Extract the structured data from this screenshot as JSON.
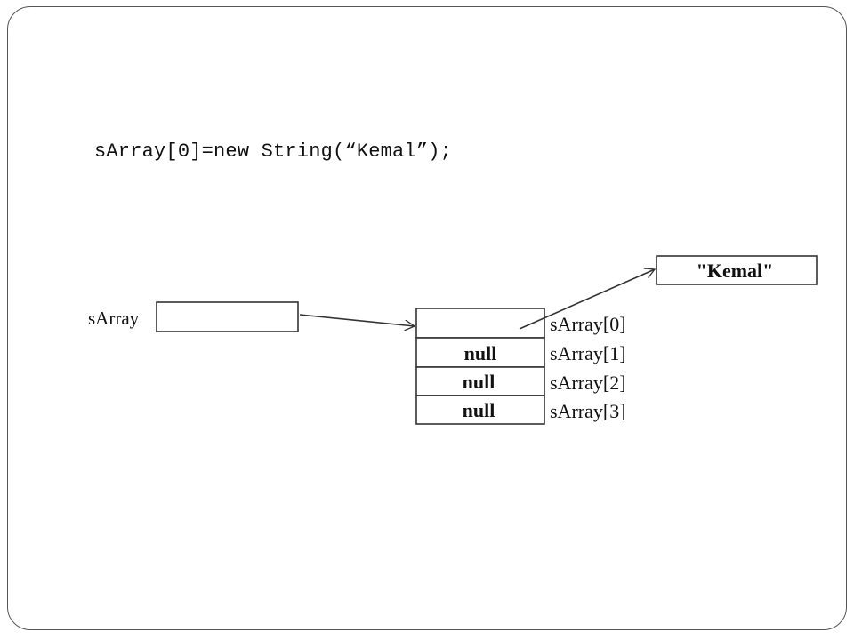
{
  "code": {
    "line": "sArray[0]=new String(“Kemal”);"
  },
  "diagram": {
    "variable_label": "sArray",
    "string_object": "\"Kemal\"",
    "array_cells": [
      "",
      "null",
      "null",
      "null"
    ],
    "index_labels": [
      "sArray[0]",
      "sArray[1]",
      "sArray[2]",
      "sArray[3]"
    ]
  },
  "colors": {
    "stroke": "#333333",
    "text": "#111111",
    "slide_border": "#555555"
  }
}
